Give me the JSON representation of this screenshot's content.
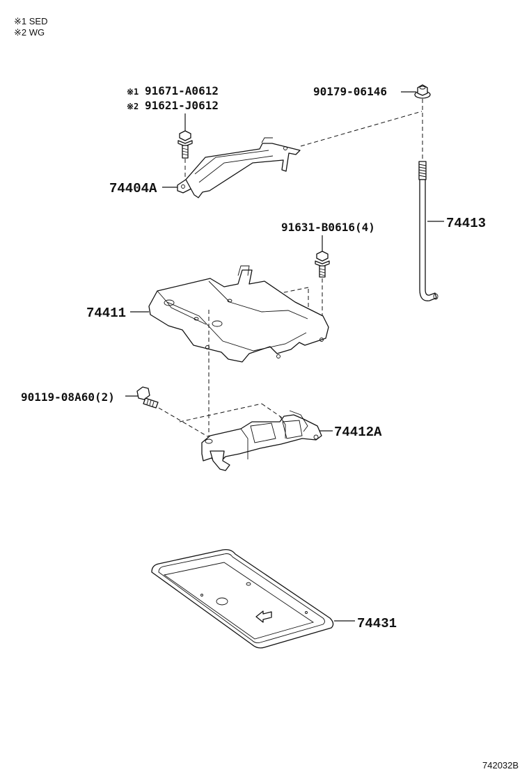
{
  "notes": {
    "note1": "※1 SED",
    "note2": "※2 WG"
  },
  "parts": {
    "bolt_top_sed": {
      "mark": "※1",
      "number": "91671-A0612"
    },
    "bolt_top_wg": {
      "mark": "※2",
      "number": "91621-J0612"
    },
    "nut_rod": "90179-06146",
    "clamp": "74404A",
    "rod": "74413",
    "bolt_tray": "91631-B0616(4)",
    "tray": "74411",
    "bolt_bracket": "90119-08A60(2)",
    "bracket": "74412A",
    "tray_lower": "74431"
  },
  "diagram_code": "742032B"
}
